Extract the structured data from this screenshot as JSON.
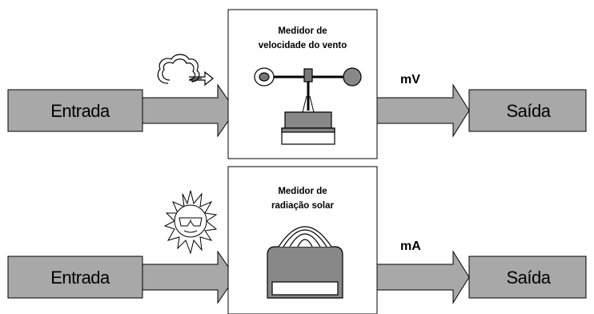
{
  "rows": [
    {
      "input_label": "Entrada",
      "instrument_title_line1": "Medidor de",
      "instrument_title_line2": "velocidade do vento",
      "signal": "mV",
      "output_label": "Saída",
      "stimulus_icon": "wind-gust-icon",
      "instrument_icon": "anemometer-icon"
    },
    {
      "input_label": "Entrada",
      "instrument_title_line1": "Medidor de",
      "instrument_title_line2": "radiação solar",
      "signal": "mA",
      "output_label": "Saída",
      "stimulus_icon": "sun-with-sunglasses-icon",
      "instrument_icon": "pyranometer-icon"
    }
  ],
  "colors": {
    "block_fill": "#a8a8a8",
    "stroke": "#000000",
    "background": "#ffffff"
  }
}
